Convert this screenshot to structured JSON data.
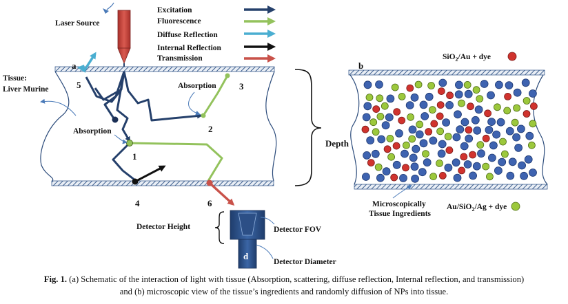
{
  "legend": [
    {
      "label": "Excitation",
      "color": "#25406b"
    },
    {
      "label": "Fluorescence",
      "color": "#93c25c"
    },
    {
      "label": "Diffuse Reflection",
      "color": "#4aaed1"
    },
    {
      "label": "Internal Reflection",
      "color": "#111111"
    },
    {
      "label": "Transmission",
      "color": "#c9524a"
    }
  ],
  "panel_a": {
    "laser_label": "Laser Source",
    "tissue_label_line1": "Tissue:",
    "tissue_label_line2": "Liver Murine",
    "absorption_left": "Absorption",
    "absorption_right": "Absorption",
    "depth_label": "Depth",
    "detector_height": "Detector Height",
    "detector_fov": "Detector FOV",
    "detector_diameter": "Detector Diameter",
    "letter_a": "a",
    "letter_d": "d",
    "numbers": {
      "n1": "1",
      "n2": "2",
      "n3": "3",
      "n4": "4",
      "n5": "5",
      "n6": "6"
    }
  },
  "panel_b": {
    "letter_b": "b",
    "legend_red_prefix": "SiO",
    "legend_red_sub": "2",
    "legend_red_suffix": "/Au  + dye",
    "legend_green_prefix": "Au/SiO",
    "legend_green_sub": "2",
    "legend_green_suffix": "/Ag  + dye",
    "ingredients_line1": "Microscopically",
    "ingredients_line2": "Tissue Ingredients"
  },
  "colors": {
    "particle_blue": "#3e63b0",
    "particle_red": "#d0332e",
    "particle_green": "#9cc83c",
    "laser": "#c9463d",
    "detector": "#2c4f86"
  },
  "caption": {
    "prefix": "Fig. 1.",
    "text_line1": " (a) Schematic of the interaction of light with tissue (Absorption, scattering, diffuse reflection, Internal reflection, and transmission)",
    "text_line2": "and (b) microscopic view of the tissue’s ingredients and randomly diffusion of NPs into tissue."
  }
}
